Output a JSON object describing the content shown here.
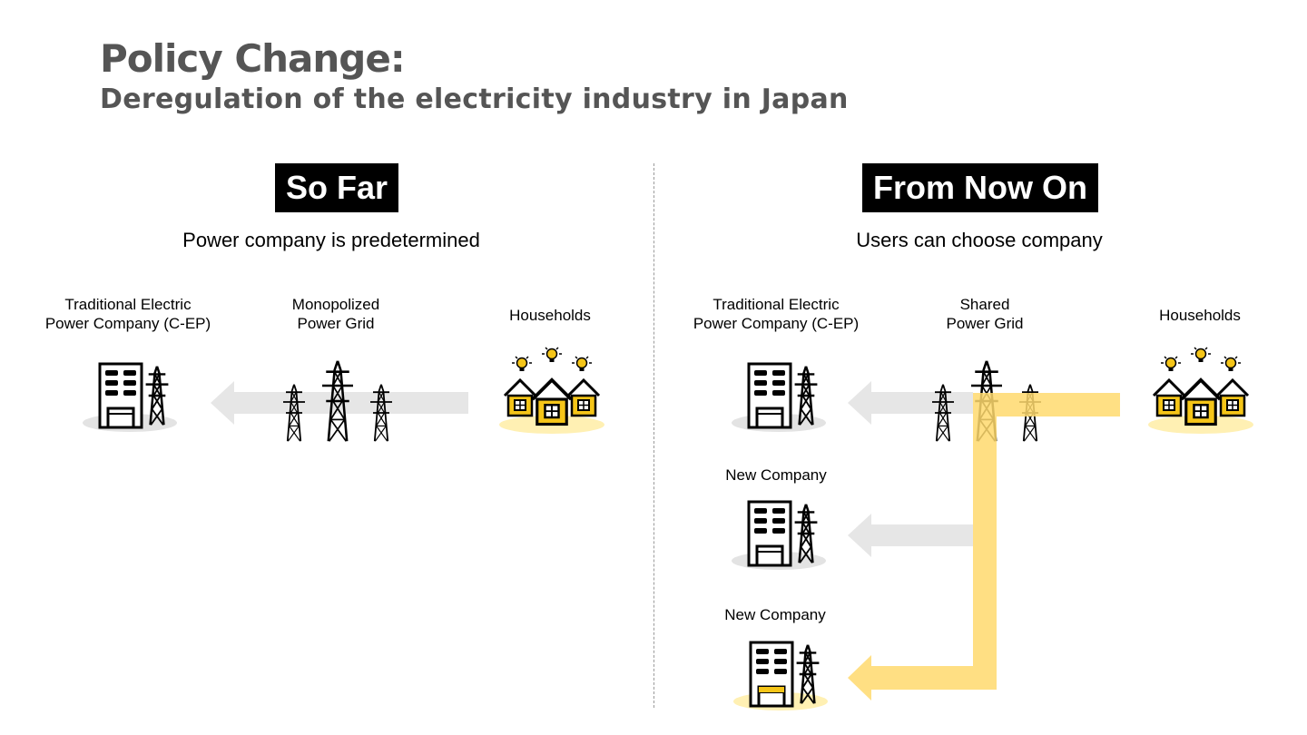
{
  "title": "Policy Change:",
  "subtitle": "Deregulation of the electricity industry in Japan",
  "left": {
    "badge": "So Far",
    "description": "Power company is predetermined",
    "labels": {
      "company": "Traditional Electric\nPower Company (C-EP)",
      "grid": "Monopolized\nPower Grid",
      "households": "Households"
    }
  },
  "right": {
    "badge": "From Now On",
    "description": "Users can choose company",
    "labels": {
      "company": "Traditional Electric\nPower Company (C-EP)",
      "grid": "Shared\nPower Grid",
      "households": "Households",
      "new_company_1": "New Company",
      "new_company_2": "New Company"
    }
  },
  "colors": {
    "highlight": "#FFDF80",
    "arrow_gray": "#E6E6E6",
    "text_gray": "#555555",
    "house_yellow": "#F5C518"
  }
}
